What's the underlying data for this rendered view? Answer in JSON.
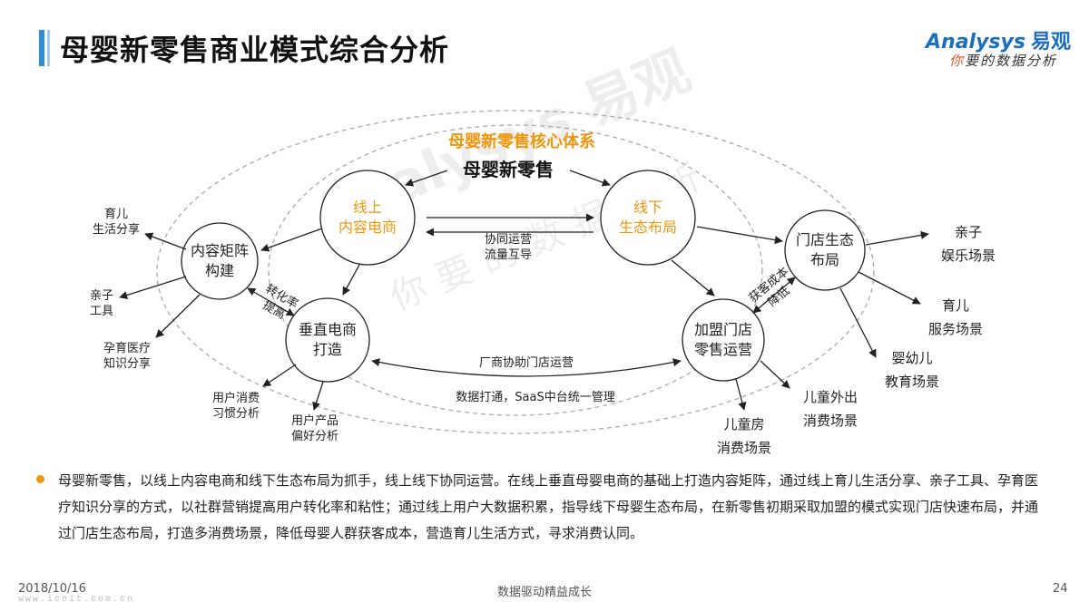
{
  "header": {
    "title": "母婴新零售商业模式综合分析"
  },
  "logo": {
    "brand_en": "Analysys",
    "brand_cn": "易观",
    "tagline_you": "你",
    "tagline_rest": "要的数据分析"
  },
  "watermark": {
    "main": "Analysys 易观",
    "sub": "你要的数据分析"
  },
  "diagram": {
    "core_title": "母婴新零售核心体系",
    "core_subtitle": "母婴新零售",
    "nodes": {
      "online": [
        "线上",
        "内容电商"
      ],
      "offline": [
        "线下",
        "生态布局"
      ],
      "content_matrix": [
        "内容矩阵",
        "构建"
      ],
      "vertical_ecom": [
        "垂直电商",
        "打造"
      ],
      "franchise": [
        "加盟门店",
        "零售运营"
      ],
      "store_ecology": [
        "门店生态",
        "布局"
      ]
    },
    "links": {
      "coop_ops": "协同运营",
      "traffic": "流量互导",
      "conversion": [
        "转化率",
        "提高"
      ],
      "acquisition": [
        "获客成本",
        "降低"
      ],
      "manufacturer": "厂商协助门店运营",
      "saas": "数据打通，SaaS中台统一管理"
    },
    "leaves": {
      "parenting_share": [
        "育儿",
        "生活分享"
      ],
      "parent_tools": [
        "亲子",
        "工具"
      ],
      "pregnancy_knowledge": [
        "孕育医疗",
        "知识分享"
      ],
      "consumption_habits": [
        "用户消费",
        "习惯分析"
      ],
      "product_preference": [
        "用户产品",
        "偏好分析"
      ],
      "kids_room": [
        "儿童房",
        "消费场景"
      ],
      "kids_outing": [
        "儿童外出",
        "消费场景"
      ],
      "infant_edu": [
        "婴幼儿",
        "教育场景"
      ],
      "parenting_service": [
        "育儿",
        "服务场景"
      ],
      "family_fun": [
        "亲子",
        "娱乐场景"
      ]
    }
  },
  "summary": {
    "text": "母婴新零售，以线上内容电商和线下生态布局为抓手，线上线下协同运营。在线上垂直母婴电商的基础上打造内容矩阵，通过线上育儿生活分享、亲子工具、孕育医疗知识分享的方式，以社群营销提高用户转化率和粘性；通过线上用户大数据积累，指导线下母婴生态布局，在新零售初期采取加盟的模式实现门店快速布局，并通过门店生态布局，打造多消费场景，降低母婴人群获客成本，营造育儿生活方式，寻求消费认同。"
  },
  "footer": {
    "date": "2018/10/16",
    "slogan": "数据驱动精益成长",
    "page": "24",
    "url": "www.iceit.com.cn"
  },
  "colors": {
    "accent_orange": "#f0960c",
    "accent_blue": "#2a8fd8"
  }
}
